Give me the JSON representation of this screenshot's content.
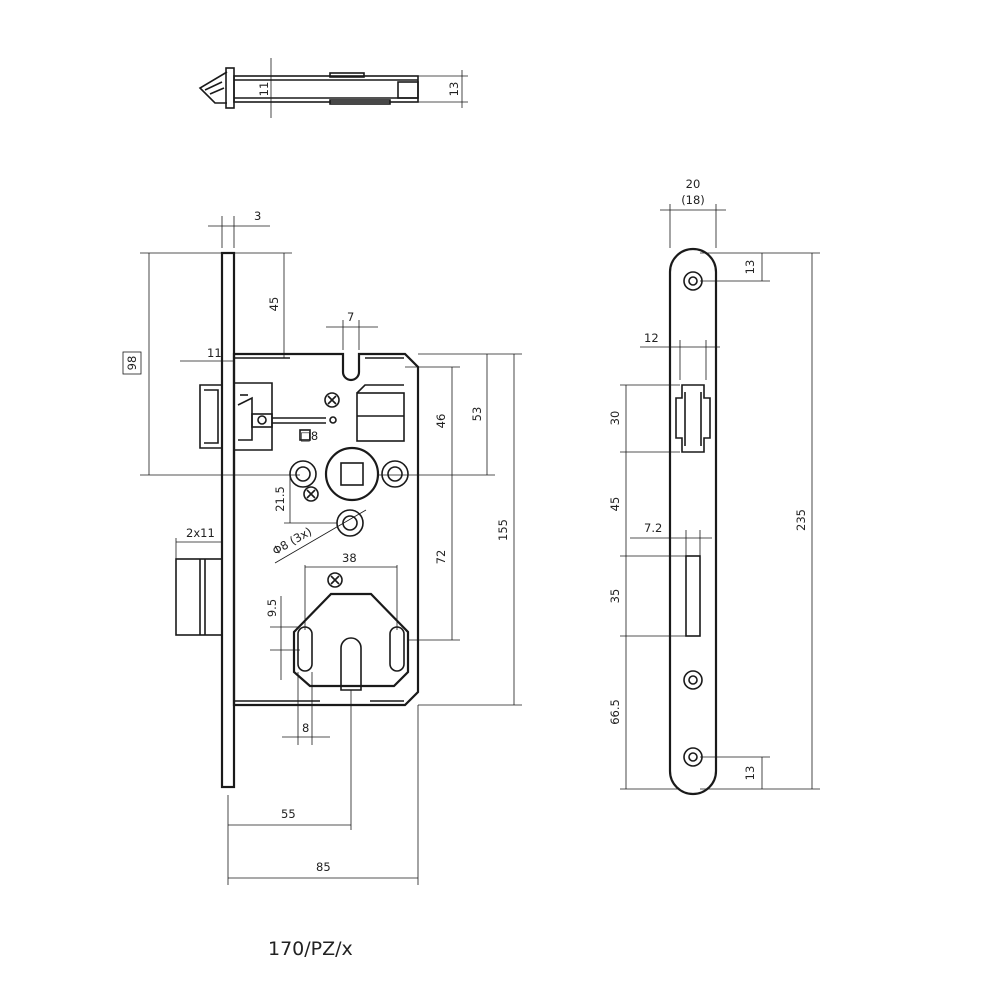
{
  "title": "170/PZ/x",
  "top_view": {
    "dims": {
      "d11": "11",
      "d13": "13"
    }
  },
  "front_view": {
    "dims": {
      "d3": "3",
      "d45": "45",
      "d98": "98",
      "d11": "11",
      "d7": "7",
      "sq8": "□8",
      "d46": "46",
      "d53": "53",
      "d21_5": "21.5",
      "d155": "155",
      "d2x11": "2x11",
      "phi8": "Φ8 (3x)",
      "d38": "38",
      "d72": "72",
      "d9_5": "9.5",
      "d8": "8",
      "d55": "55",
      "d85": "85"
    }
  },
  "side_view": {
    "dims": {
      "d20": "20",
      "d18": "(18)",
      "d13_top": "13",
      "d12": "12",
      "d30": "30",
      "d235": "235",
      "d45": "45",
      "d7_2": "7.2",
      "d35": "35",
      "d66_5": "66.5",
      "d13_bottom": "13"
    }
  }
}
